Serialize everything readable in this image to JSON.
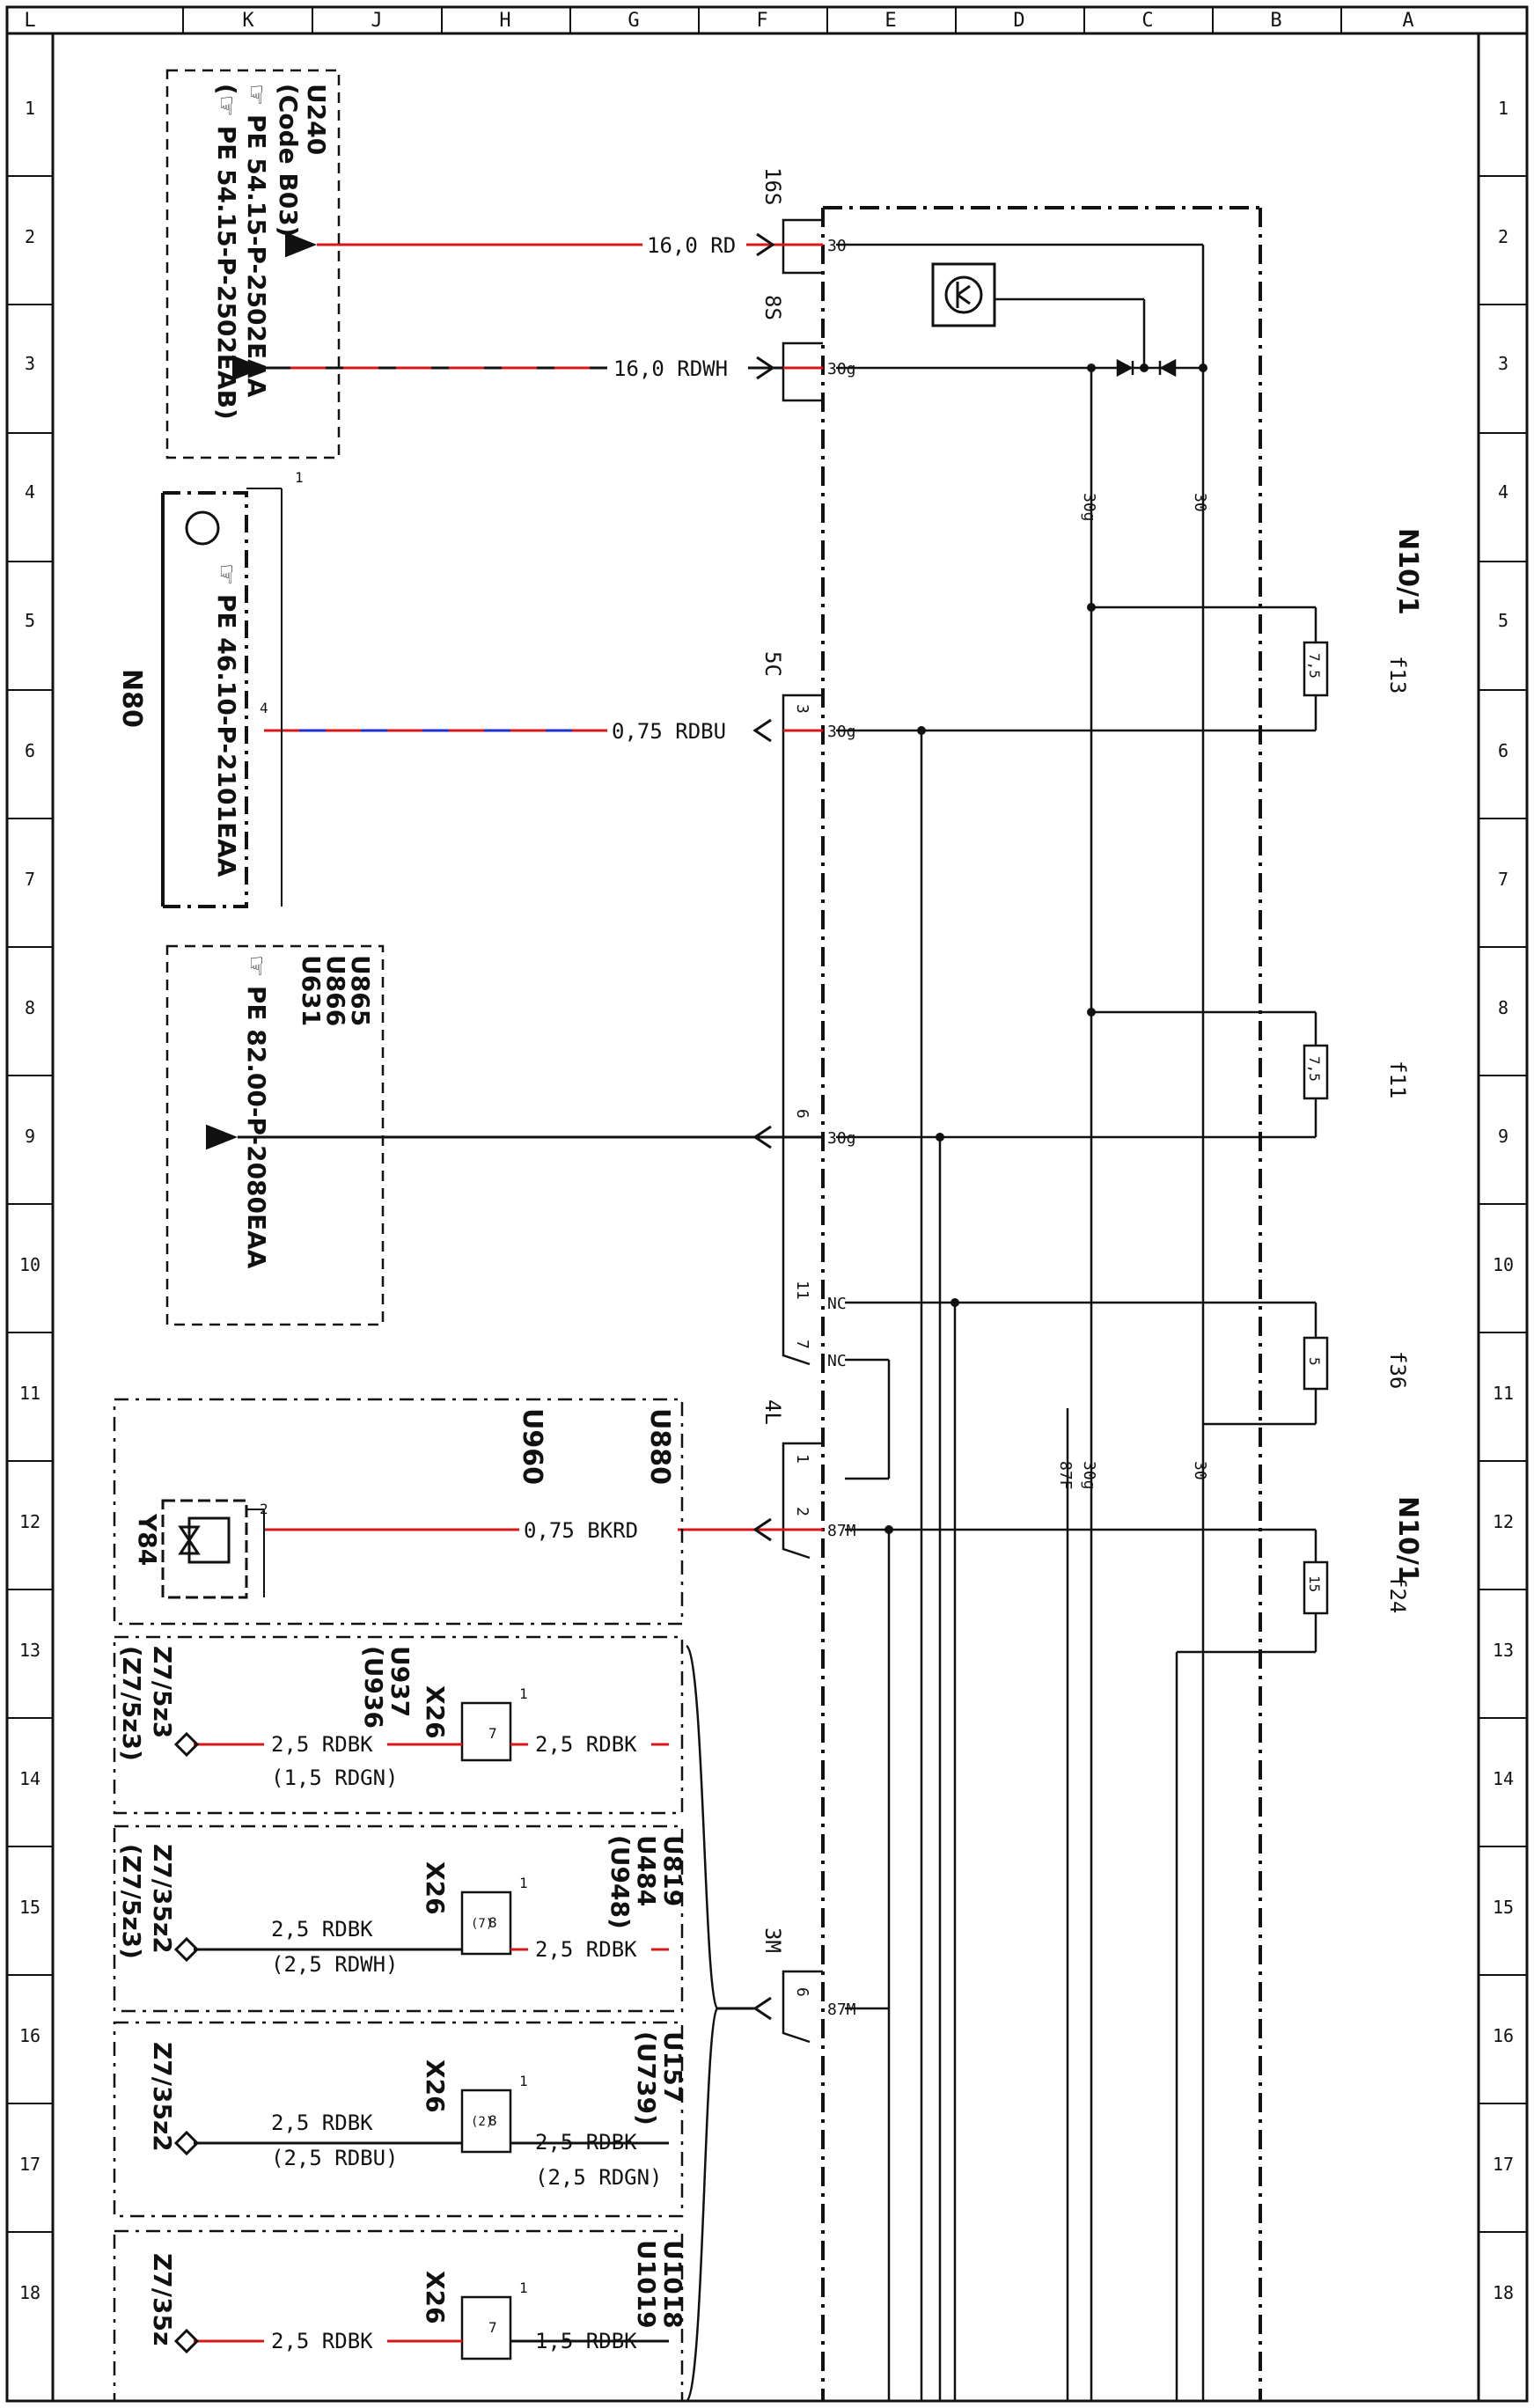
{
  "grid": {
    "columns": [
      "L",
      "K",
      "J",
      "H",
      "G",
      "F",
      "E",
      "D",
      "C",
      "B",
      "A"
    ],
    "rows": [
      "1",
      "2",
      "3",
      "4",
      "5",
      "6",
      "7",
      "8",
      "9",
      "10",
      "11",
      "12",
      "13",
      "14",
      "15",
      "16",
      "17",
      "18"
    ]
  },
  "modules": {
    "main": "N10/1",
    "main_repeat": "N10/1",
    "n80": "N80",
    "y84": "Y84",
    "u880": "U880",
    "u960": "U960"
  },
  "references": {
    "u240_lines": [
      "U240",
      "(Code B03)",
      "☞ PE 54.15-P-2502EAA",
      "(☞ PE 54.15-P-2502EAB)"
    ],
    "n80_ref": "☞ PE 46.10-P-2101EAA",
    "u865_lines": [
      "U865",
      "U866",
      "U631"
    ],
    "u865_ref": "☞ PE 82.00-P-2080EAA",
    "u937_lines": [
      "U937",
      "(U936)"
    ],
    "u819_lines": [
      "U819",
      "U484",
      "(U948)"
    ],
    "u157_lines": [
      "U157",
      "(U739)"
    ],
    "u1018_lines": [
      "U1018",
      "U1019"
    ]
  },
  "connectors": {
    "c16s": "16S",
    "c8s": "8S",
    "c5c": "5C",
    "c4l": "4L",
    "c3m": "3M",
    "x26": "X26"
  },
  "pins": {
    "p30": "30",
    "p30g": "30g",
    "p30g2": "30g",
    "p30g3": "30g",
    "pnc1": "NC",
    "pnc2": "NC",
    "p87m": "87M",
    "p87m2": "87M",
    "n3": "3",
    "n6": "6",
    "n11": "11",
    "n7": "7",
    "n1": "1",
    "n2": "2",
    "n6b": "6",
    "n80_1": "1",
    "n80_4": "4",
    "y84_2": "2",
    "x26a_1": "1",
    "x26a_7": "7",
    "x26b_1": "1",
    "x26b_8": "8",
    "x26b_7p": "(7)",
    "x26c_1": "1",
    "x26c_8": "8",
    "x26c_2p": "(2)",
    "x26d_1": "1",
    "x26d_7": "7"
  },
  "wires": {
    "w1": "16,0 RD",
    "w2": "16,0 RDWH",
    "w3": "0,75 RDBU",
    "w4": "0,75 BKRD",
    "w5a": "2,5 RDBK",
    "w5b": "(1,5 RDGN)",
    "w5r": "2,5 RDBK",
    "w6a": "2,5 RDBK",
    "w6b": "(2,5 RDWH)",
    "w6r": "2,5 RDBK",
    "w7a": "2,5 RDBK",
    "w7b": "(2,5 RDBU)",
    "w7r": "2,5 RDBK",
    "w7r2": "(2,5 RDGN)",
    "w8a": "2,5 RDBK",
    "w8r": "1,5 RDBK"
  },
  "internal_labels": {
    "v30g": "30g",
    "v30": "30",
    "v30g_b": "30g",
    "v87f": "87F",
    "v30_b": "30"
  },
  "fuses": {
    "f13": "f13",
    "f13_val": "7,5",
    "f11": "f11",
    "f11_val": "7,5",
    "f36": "f36",
    "f36_val": "5",
    "f24": "f24",
    "f24_val": "15"
  },
  "grounds": {
    "g1": "Z7/5z3",
    "g1b": "(Z7/5z3)",
    "g2": "Z7/35z2",
    "g2b": "(Z7/5z3)",
    "g3": "Z7/35z2",
    "g4": "Z7/35z"
  },
  "colors": {
    "wire_red": "#d81818",
    "wire_blue": "#2030d0",
    "ink": "#111111"
  }
}
